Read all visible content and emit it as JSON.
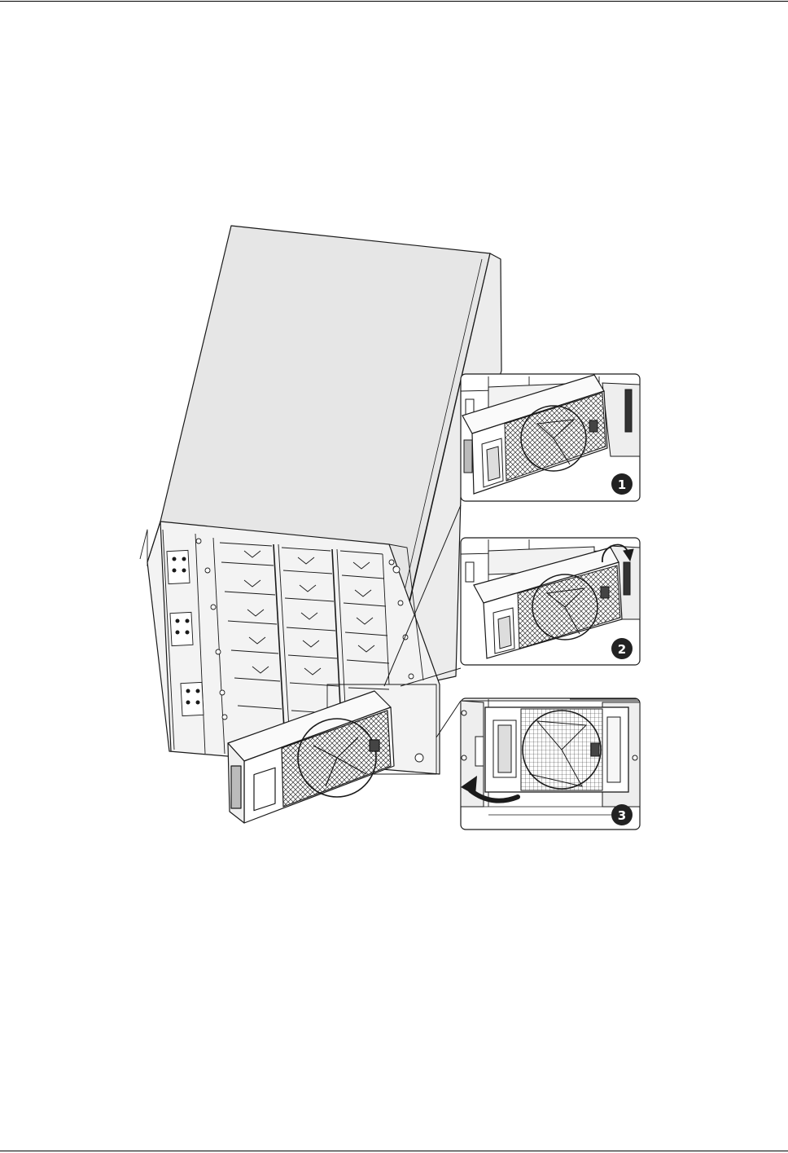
{
  "steps": [
    {
      "number": "1"
    },
    {
      "number": "2"
    },
    {
      "number": "3"
    }
  ],
  "colors": {
    "line": "#1a1a1a",
    "chassis_side": "#e6e6e6",
    "chassis_front": "#f3f3f3",
    "badge": "#222222",
    "module_top": "#fafafa"
  }
}
